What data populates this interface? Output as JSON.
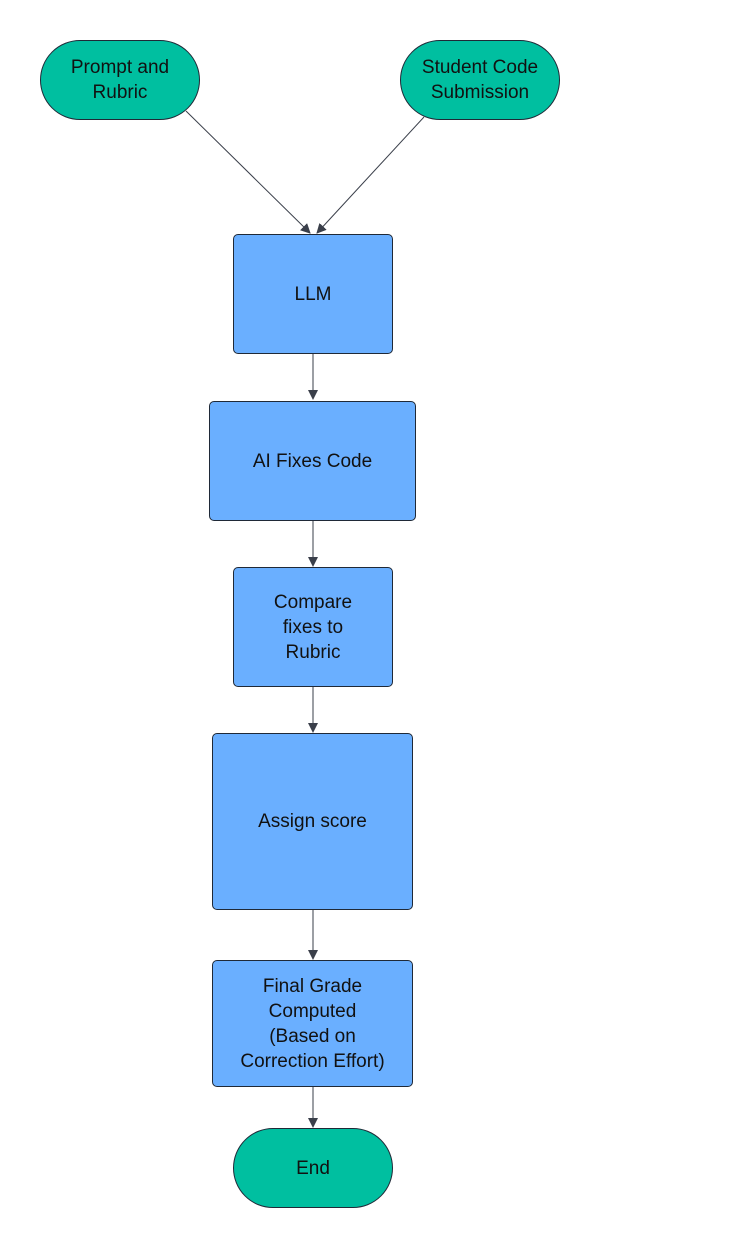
{
  "colors": {
    "terminal_fill": "#00BFA0",
    "process_fill": "#6AAFFF",
    "stroke": "#1F2937",
    "connector": "#3A3F4A"
  },
  "nodes": {
    "prompt_rubric": {
      "label": "Prompt and\nRubric",
      "shape": "terminal"
    },
    "student_code": {
      "label": "Student Code\nSubmission",
      "shape": "terminal"
    },
    "llm": {
      "label": "LLM",
      "shape": "process"
    },
    "ai_fixes": {
      "label": "AI Fixes Code",
      "shape": "process"
    },
    "compare": {
      "label": "Compare\nfixes to\nRubric",
      "shape": "process"
    },
    "assign_score": {
      "label": "Assign score",
      "shape": "process"
    },
    "final_grade": {
      "label": "Final Grade\nComputed\n(Based on\nCorrection Effort)",
      "shape": "process"
    },
    "end": {
      "label": "End",
      "shape": "terminal"
    }
  },
  "edges": [
    {
      "from": "prompt_rubric",
      "to": "llm"
    },
    {
      "from": "student_code",
      "to": "llm"
    },
    {
      "from": "llm",
      "to": "ai_fixes"
    },
    {
      "from": "ai_fixes",
      "to": "compare"
    },
    {
      "from": "compare",
      "to": "assign_score"
    },
    {
      "from": "assign_score",
      "to": "final_grade"
    },
    {
      "from": "final_grade",
      "to": "end"
    }
  ]
}
